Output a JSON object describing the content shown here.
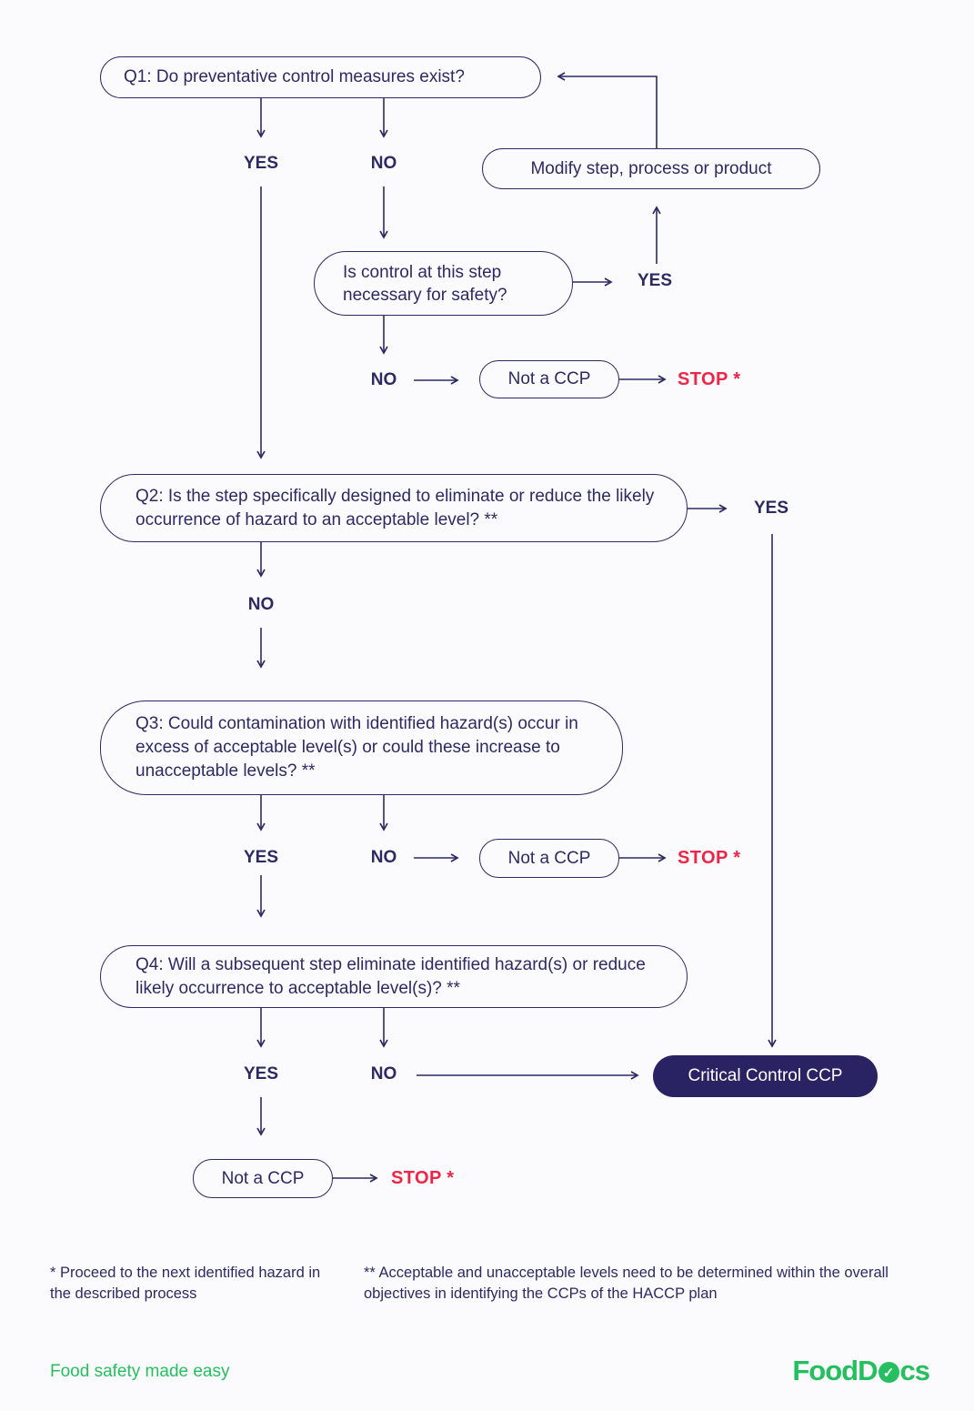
{
  "colors": {
    "navy": "#2d2a62",
    "red": "#ee2546",
    "green": "#25bf5f",
    "ccp_fill": "#292364",
    "bg": "#fbfafd",
    "white": "#ffffff"
  },
  "flowchart": {
    "q1": {
      "text": "Q1: Do preventative control measures exist?"
    },
    "modify": {
      "text": "Modify step, process or product"
    },
    "control": {
      "text": "Is control at this step necessary for safety?"
    },
    "q2": {
      "text": "Q2: Is the step specifically designed to eliminate or reduce the likely occurrence of hazard to an acceptable level? **"
    },
    "q3": {
      "text": "Q3: Could contamination with identified hazard(s) occur in excess of acceptable level(s) or could these increase to unacceptable levels? **"
    },
    "q4": {
      "text": "Q4: Will a subsequent step eliminate identified hazard(s) or reduce likely occurrence to acceptable level(s)? **"
    },
    "ccp": {
      "text": "Critical Control CCP"
    },
    "not_ccp_1": {
      "text": "Not a CCP"
    },
    "not_ccp_2": {
      "text": "Not a CCP"
    },
    "not_ccp_3": {
      "text": "Not a CCP"
    },
    "labels": {
      "yes_q1": "YES",
      "no_q1": "NO",
      "yes_control": "YES",
      "no_control": "NO",
      "yes_q2": "YES",
      "no_q2": "NO",
      "yes_q3": "YES",
      "no_q3": "NO",
      "yes_q4": "YES",
      "no_q4": "NO",
      "stop_1": "STOP *",
      "stop_2": "STOP *",
      "stop_3": "STOP *"
    }
  },
  "footnotes": {
    "first": "* Proceed to the next identified hazard in the described process",
    "second": "** Acceptable and unacceptable levels need to be determined within the overall objectives in identifying the CCPs of the HACCP plan"
  },
  "footer": {
    "tagline": "Food safety made easy",
    "logo_prefix": "FoodD",
    "logo_suffix": "cs",
    "logo_check": "✓"
  }
}
